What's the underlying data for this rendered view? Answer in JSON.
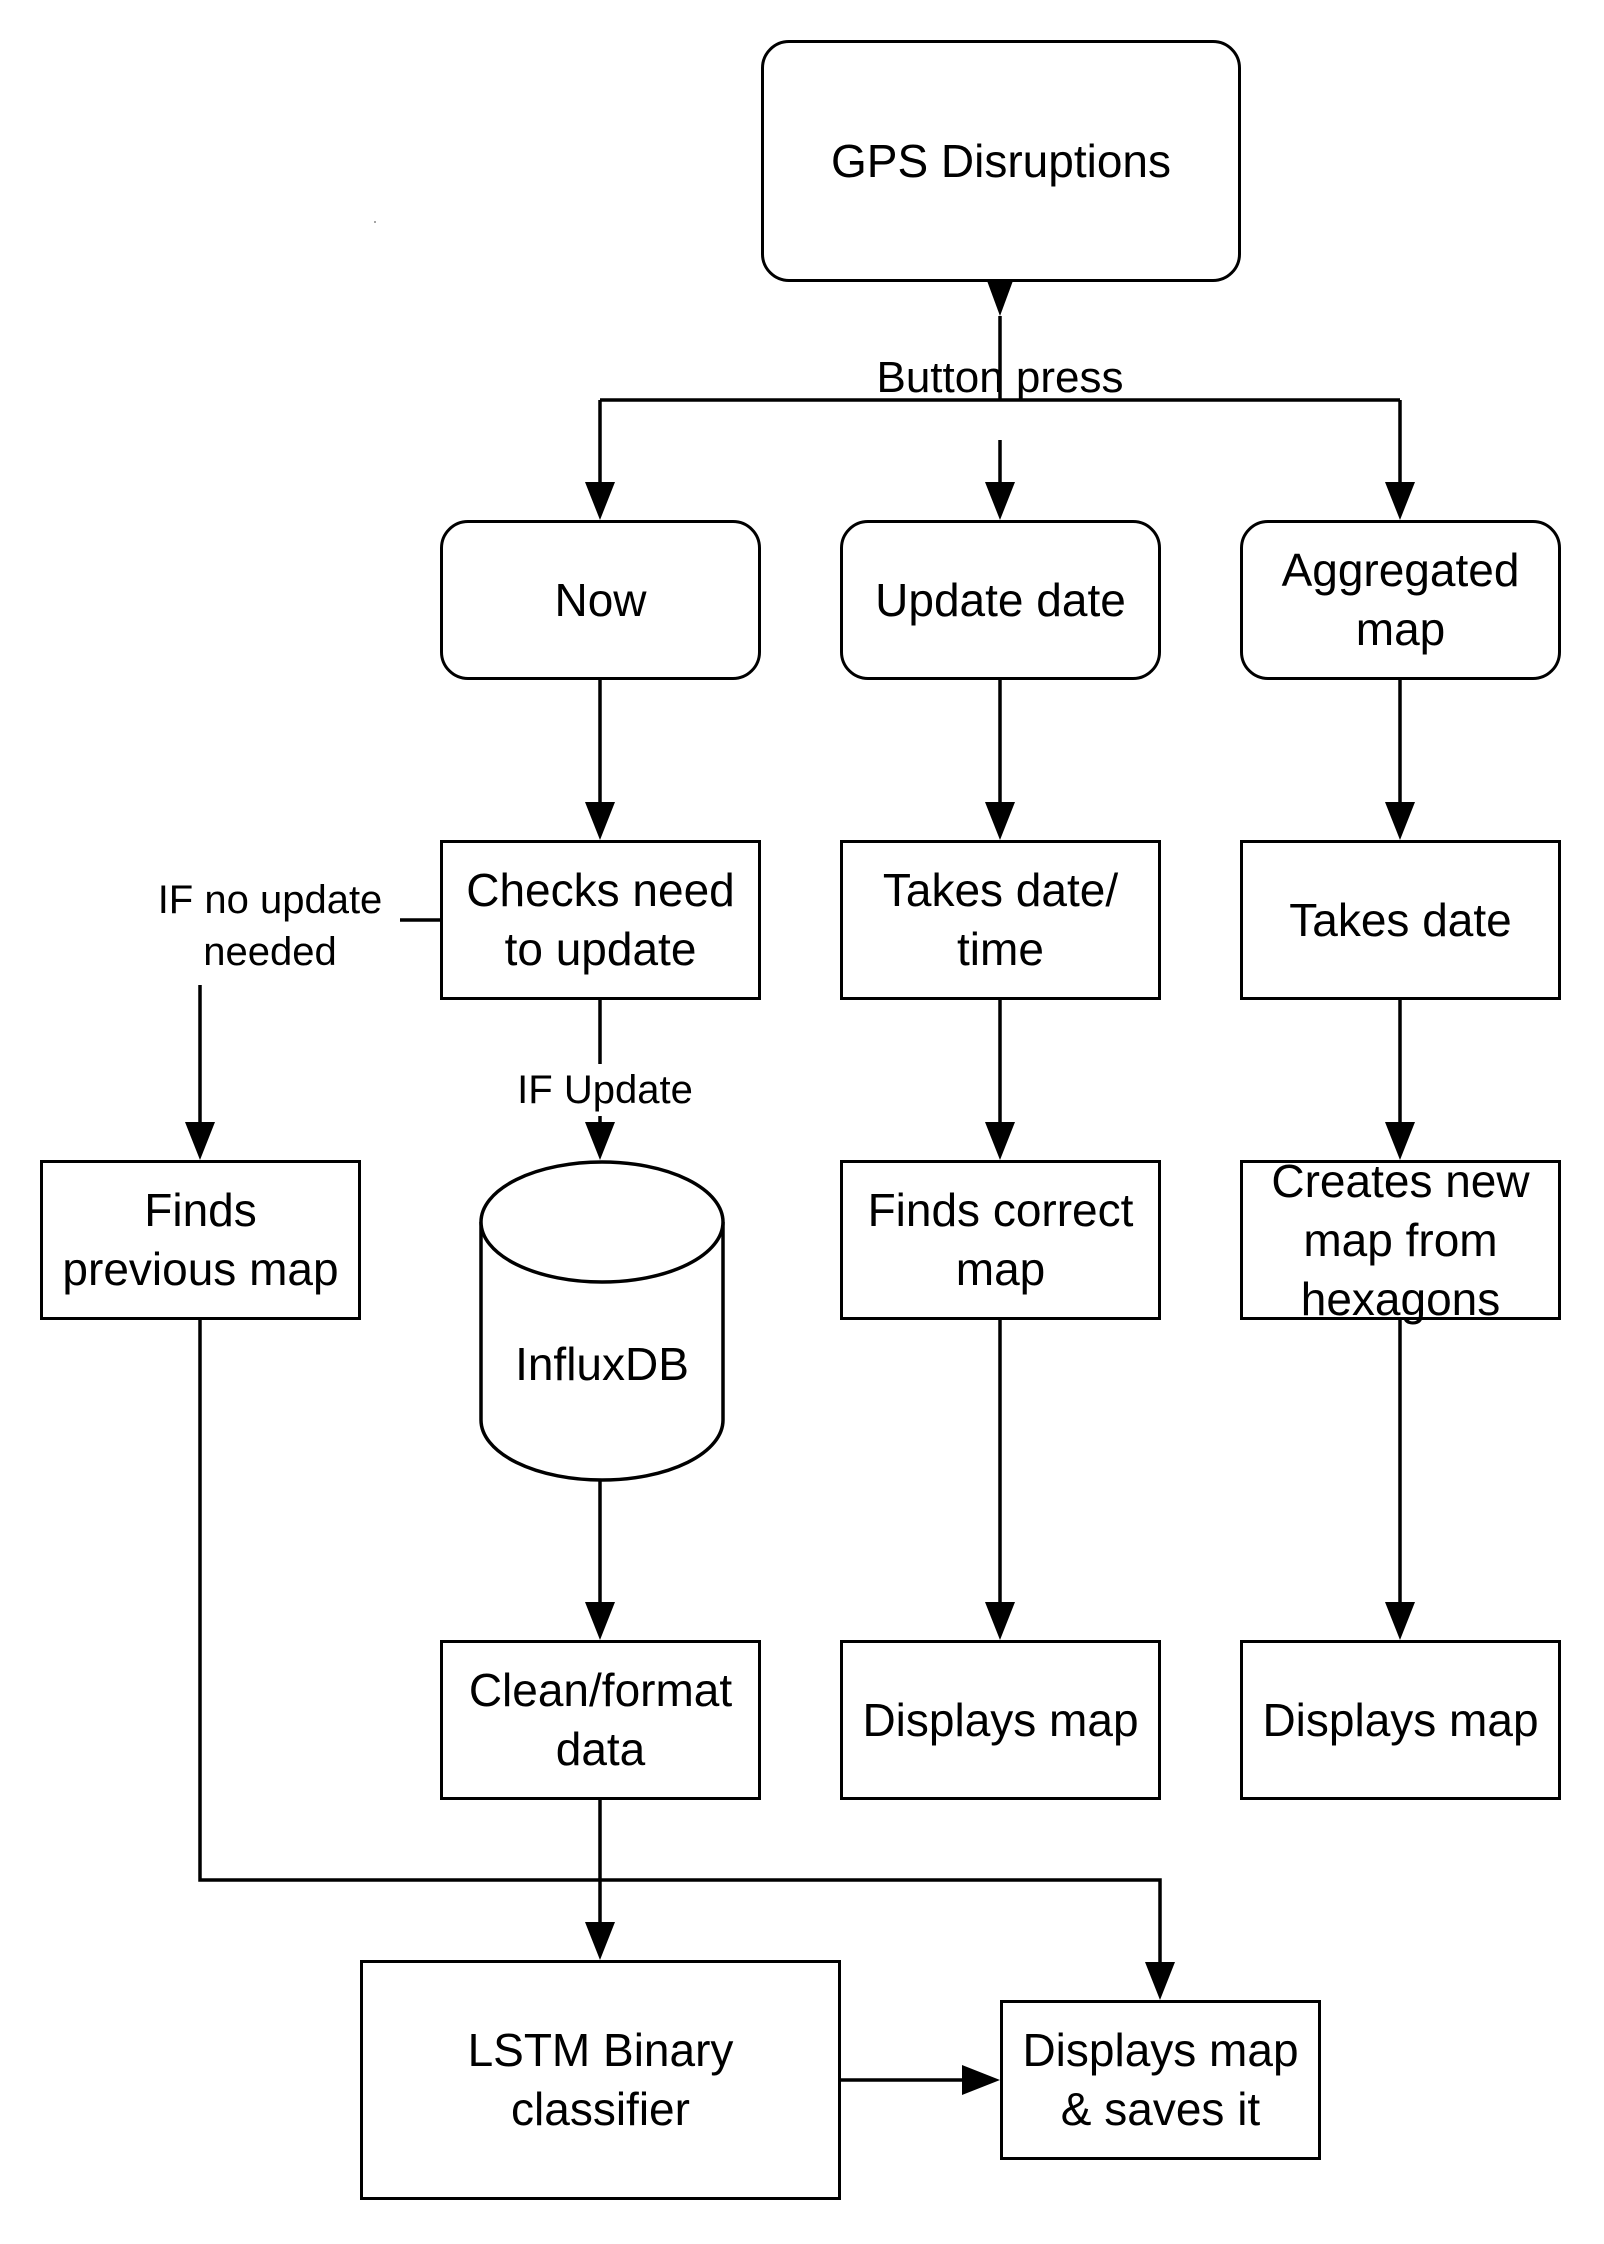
{
  "nodes": {
    "gps": "GPS Disruptions",
    "now": "Now",
    "update_date": "Update date",
    "aggregated_map": "Aggregated\nmap",
    "checks": "Checks need\nto update",
    "takes_datetime": "Takes date/\ntime",
    "takes_date": "Takes date",
    "finds_previous": "Finds\nprevious map",
    "influxdb": "InfluxDB",
    "finds_correct": "Finds correct\nmap",
    "creates_new": "Creates new\nmap from\nhexagons",
    "clean_format": "Clean/format\ndata",
    "displays_map_mid": "Displays map",
    "displays_map_right": "Displays map",
    "lstm": "LSTM Binary\nclassifier",
    "displays_saves": "Displays map\n& saves it"
  },
  "edge_labels": {
    "button_press": "Button press",
    "if_no_update": "IF no update\nneeded",
    "if_update": "IF Update"
  },
  "colors": {
    "stroke": "#000000",
    "background": "#ffffff",
    "text": "#000000"
  }
}
